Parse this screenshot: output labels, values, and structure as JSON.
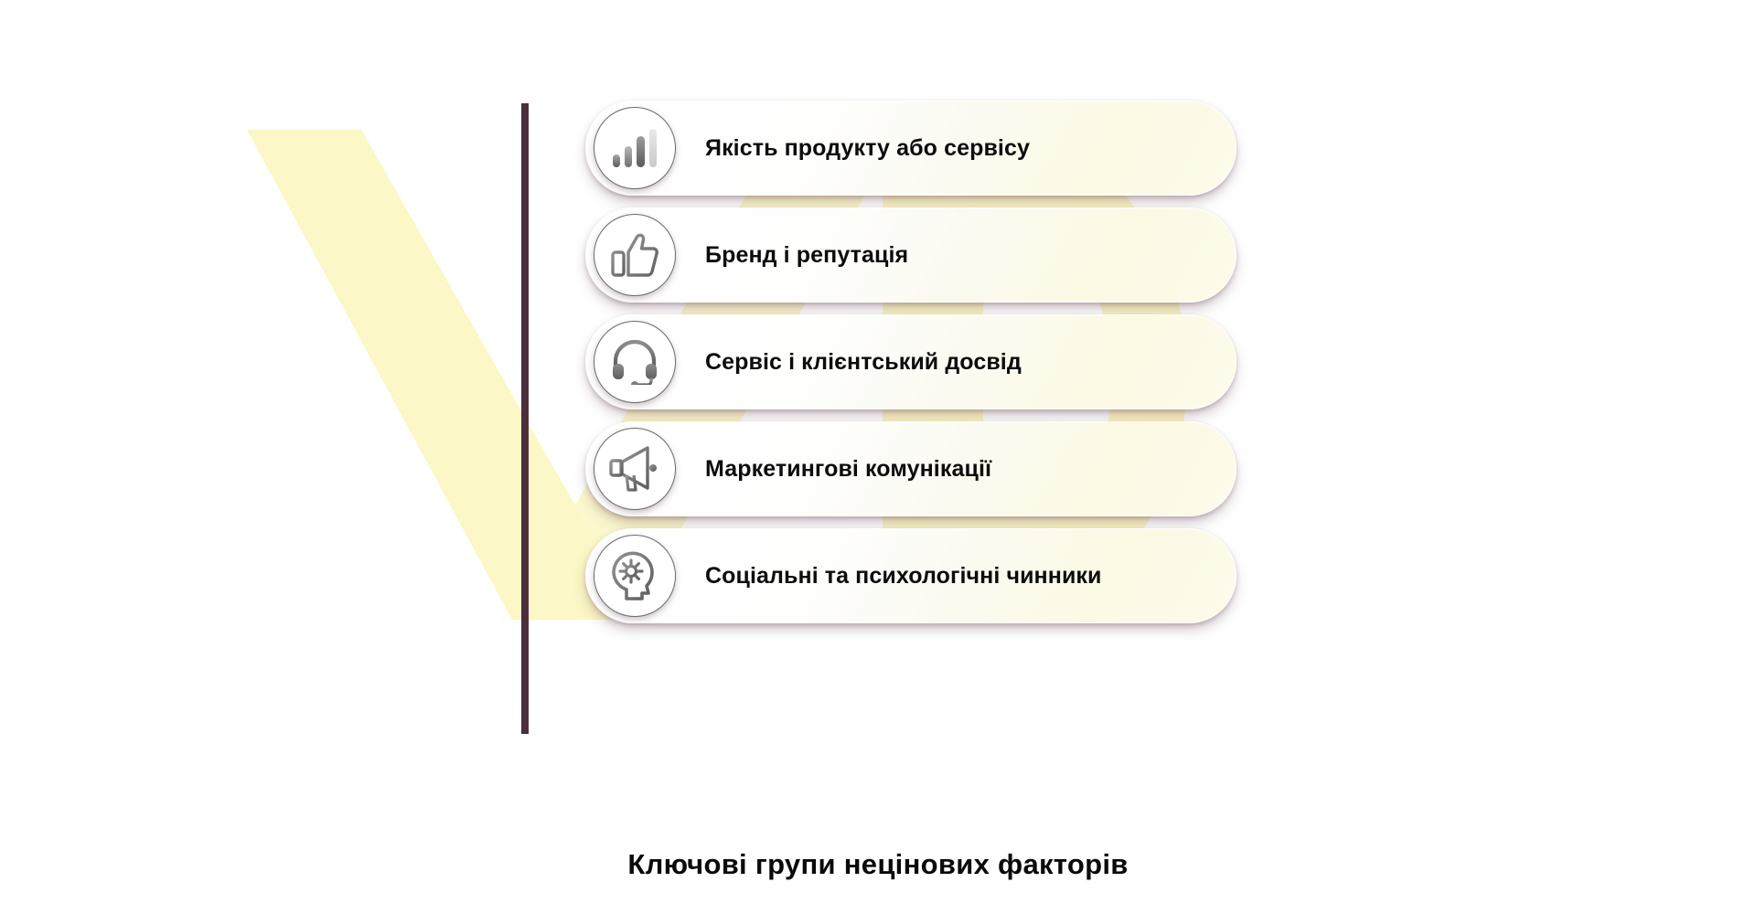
{
  "slide": {
    "caption": "Ключові групи нецінових факторів",
    "accent_rail_color": "#4c2f3d",
    "watermark_color": "#fbf7c6",
    "card_text_color": "#0c0c0c"
  },
  "cards": [
    {
      "label": "Якість продукту або сервісу",
      "icon": "bar-chart-icon"
    },
    {
      "label": "Бренд і репутація",
      "icon": "thumbs-up-icon"
    },
    {
      "label": "Сервіс і клієнтський досвід",
      "icon": "headset-icon"
    },
    {
      "label": "Маркетингові комунікації",
      "icon": "megaphone-icon"
    },
    {
      "label": "Соціальні та психологічні чинники",
      "icon": "head-gear-icon"
    }
  ]
}
